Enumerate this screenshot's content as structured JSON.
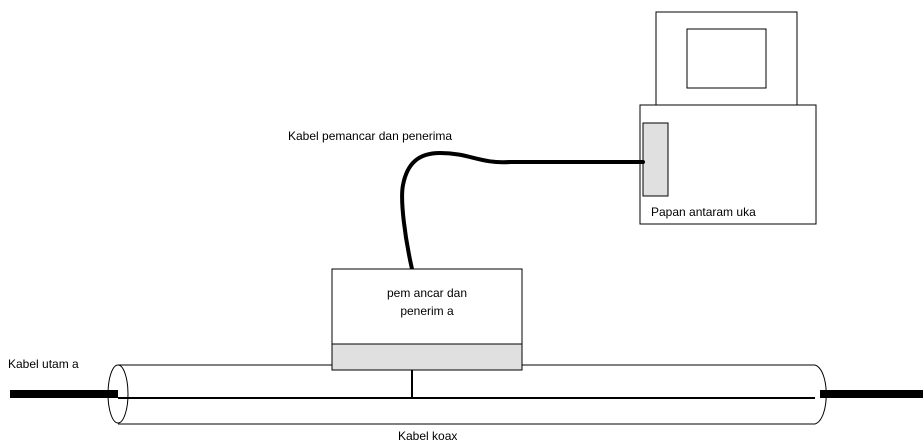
{
  "labels": {
    "main_cable": "Kabel utam a",
    "coax_cable": "Kabel koax",
    "transceiver_cable": "Kabel pemancar dan penerima",
    "transceiver_line1": "pem ancar dan",
    "transceiver_line2": "penerim a",
    "interface_board": "Papan antaram uka"
  },
  "colors": {
    "line": "#000000",
    "panel_fill": "#e0e0e0",
    "background": "#ffffff"
  }
}
